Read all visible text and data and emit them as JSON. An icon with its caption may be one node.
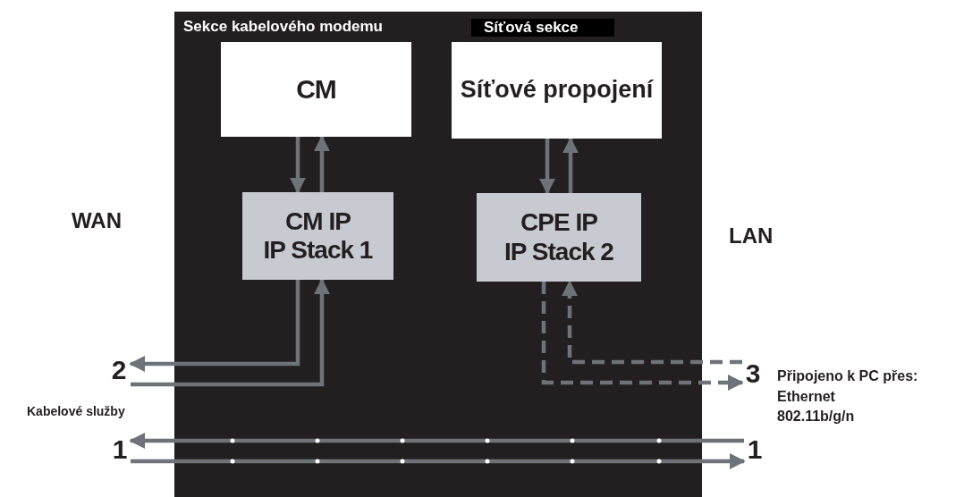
{
  "diagram": {
    "nodes": [
      {
        "text": [
          "CM"
        ]
      },
      {
        "text": [
          "Síťové propojení"
        ]
      },
      {
        "text": [
          "CM IP",
          "IP Stack 1"
        ]
      },
      {
        "text": [
          "CPE IP",
          "IP Stack 2"
        ]
      },
      {
        "text": [
          "2"
        ]
      },
      {
        "text": [
          "3"
        ]
      },
      {
        "text": [
          "1"
        ]
      },
      {
        "text": [
          "1"
        ]
      }
    ],
    "edges": [
      {
        "from": 0,
        "to": 2,
        "arrow": "to"
      },
      {
        "from": 2,
        "to": 0,
        "arrow": "to"
      },
      {
        "from": 1,
        "to": 3,
        "arrow": "to"
      },
      {
        "from": 3,
        "to": 1,
        "arrow": "to"
      },
      {
        "from": 2,
        "to": 4,
        "arrow": "to"
      },
      {
        "from": 4,
        "to": 2,
        "arrow": "to"
      },
      {
        "from": 3,
        "to": 5,
        "arrow": "to",
        "style": "dashed"
      },
      {
        "from": 5,
        "to": 3,
        "arrow": "to",
        "style": "dashed"
      },
      {
        "from": 7,
        "to": 6,
        "arrow": "to"
      },
      {
        "from": 6,
        "to": 7,
        "arrow": "to"
      }
    ],
    "labels": [
      "Sekce kabelového modemu",
      "Síťová sekce",
      "WAN",
      "LAN",
      "Připojeno k PC přes:",
      "Ethernet",
      "802.11b/g/n",
      "Kabelové služby"
    ]
  }
}
